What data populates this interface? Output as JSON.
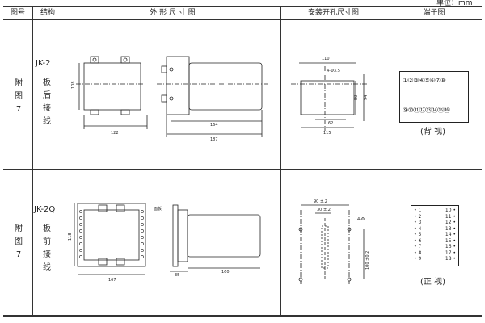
{
  "unit_label": "单位：mm",
  "headers": {
    "fig_no": "图号",
    "structure": "结构",
    "outline": "外 形 尺 寸 图",
    "cutout": "安装开孔尺寸图",
    "terminal": "端子图"
  },
  "rows": [
    {
      "fig_label": [
        "附",
        "图",
        "7"
      ],
      "code": "JK-2",
      "wiring": [
        "板",
        "后",
        "接",
        "线"
      ],
      "dims": {
        "height": "108",
        "w1": "122",
        "w2": "164",
        "w3": "187",
        "c_width": "110",
        "c_holes": "4-Φ3.5",
        "c_h1": "80",
        "c_h2": "94",
        "c_w1": "62",
        "c_w2": "115"
      },
      "terminal_top": [
        "①",
        "②",
        "③",
        "④",
        "⑤",
        "⑥",
        "⑦",
        "⑧"
      ],
      "terminal_bottom": [
        "⑨",
        "⑩",
        "⑪",
        "⑫",
        "⑬",
        "⑭",
        "⑮",
        "⑯"
      ],
      "view_label": "(背 视)"
    },
    {
      "fig_label": [
        "附",
        "图",
        "7"
      ],
      "code": "JK-2Q",
      "wiring": [
        "板",
        "前",
        "接",
        "线"
      ],
      "dims": {
        "height": "118",
        "w1": "167",
        "note": "面板",
        "w2": "35",
        "w3": "160",
        "c_w1": "90 ±.2",
        "c_w2": "30 ±.2",
        "c_holes": "4-Φ",
        "c_h": "100 ±0.2"
      },
      "terminal_left": [
        "1",
        "2",
        "3",
        "4",
        "5",
        "6",
        "7",
        "8",
        "9"
      ],
      "terminal_right": [
        "10",
        "11",
        "12",
        "13",
        "14",
        "15",
        "16",
        "17",
        "18"
      ],
      "view_label": "(正 视)"
    }
  ]
}
